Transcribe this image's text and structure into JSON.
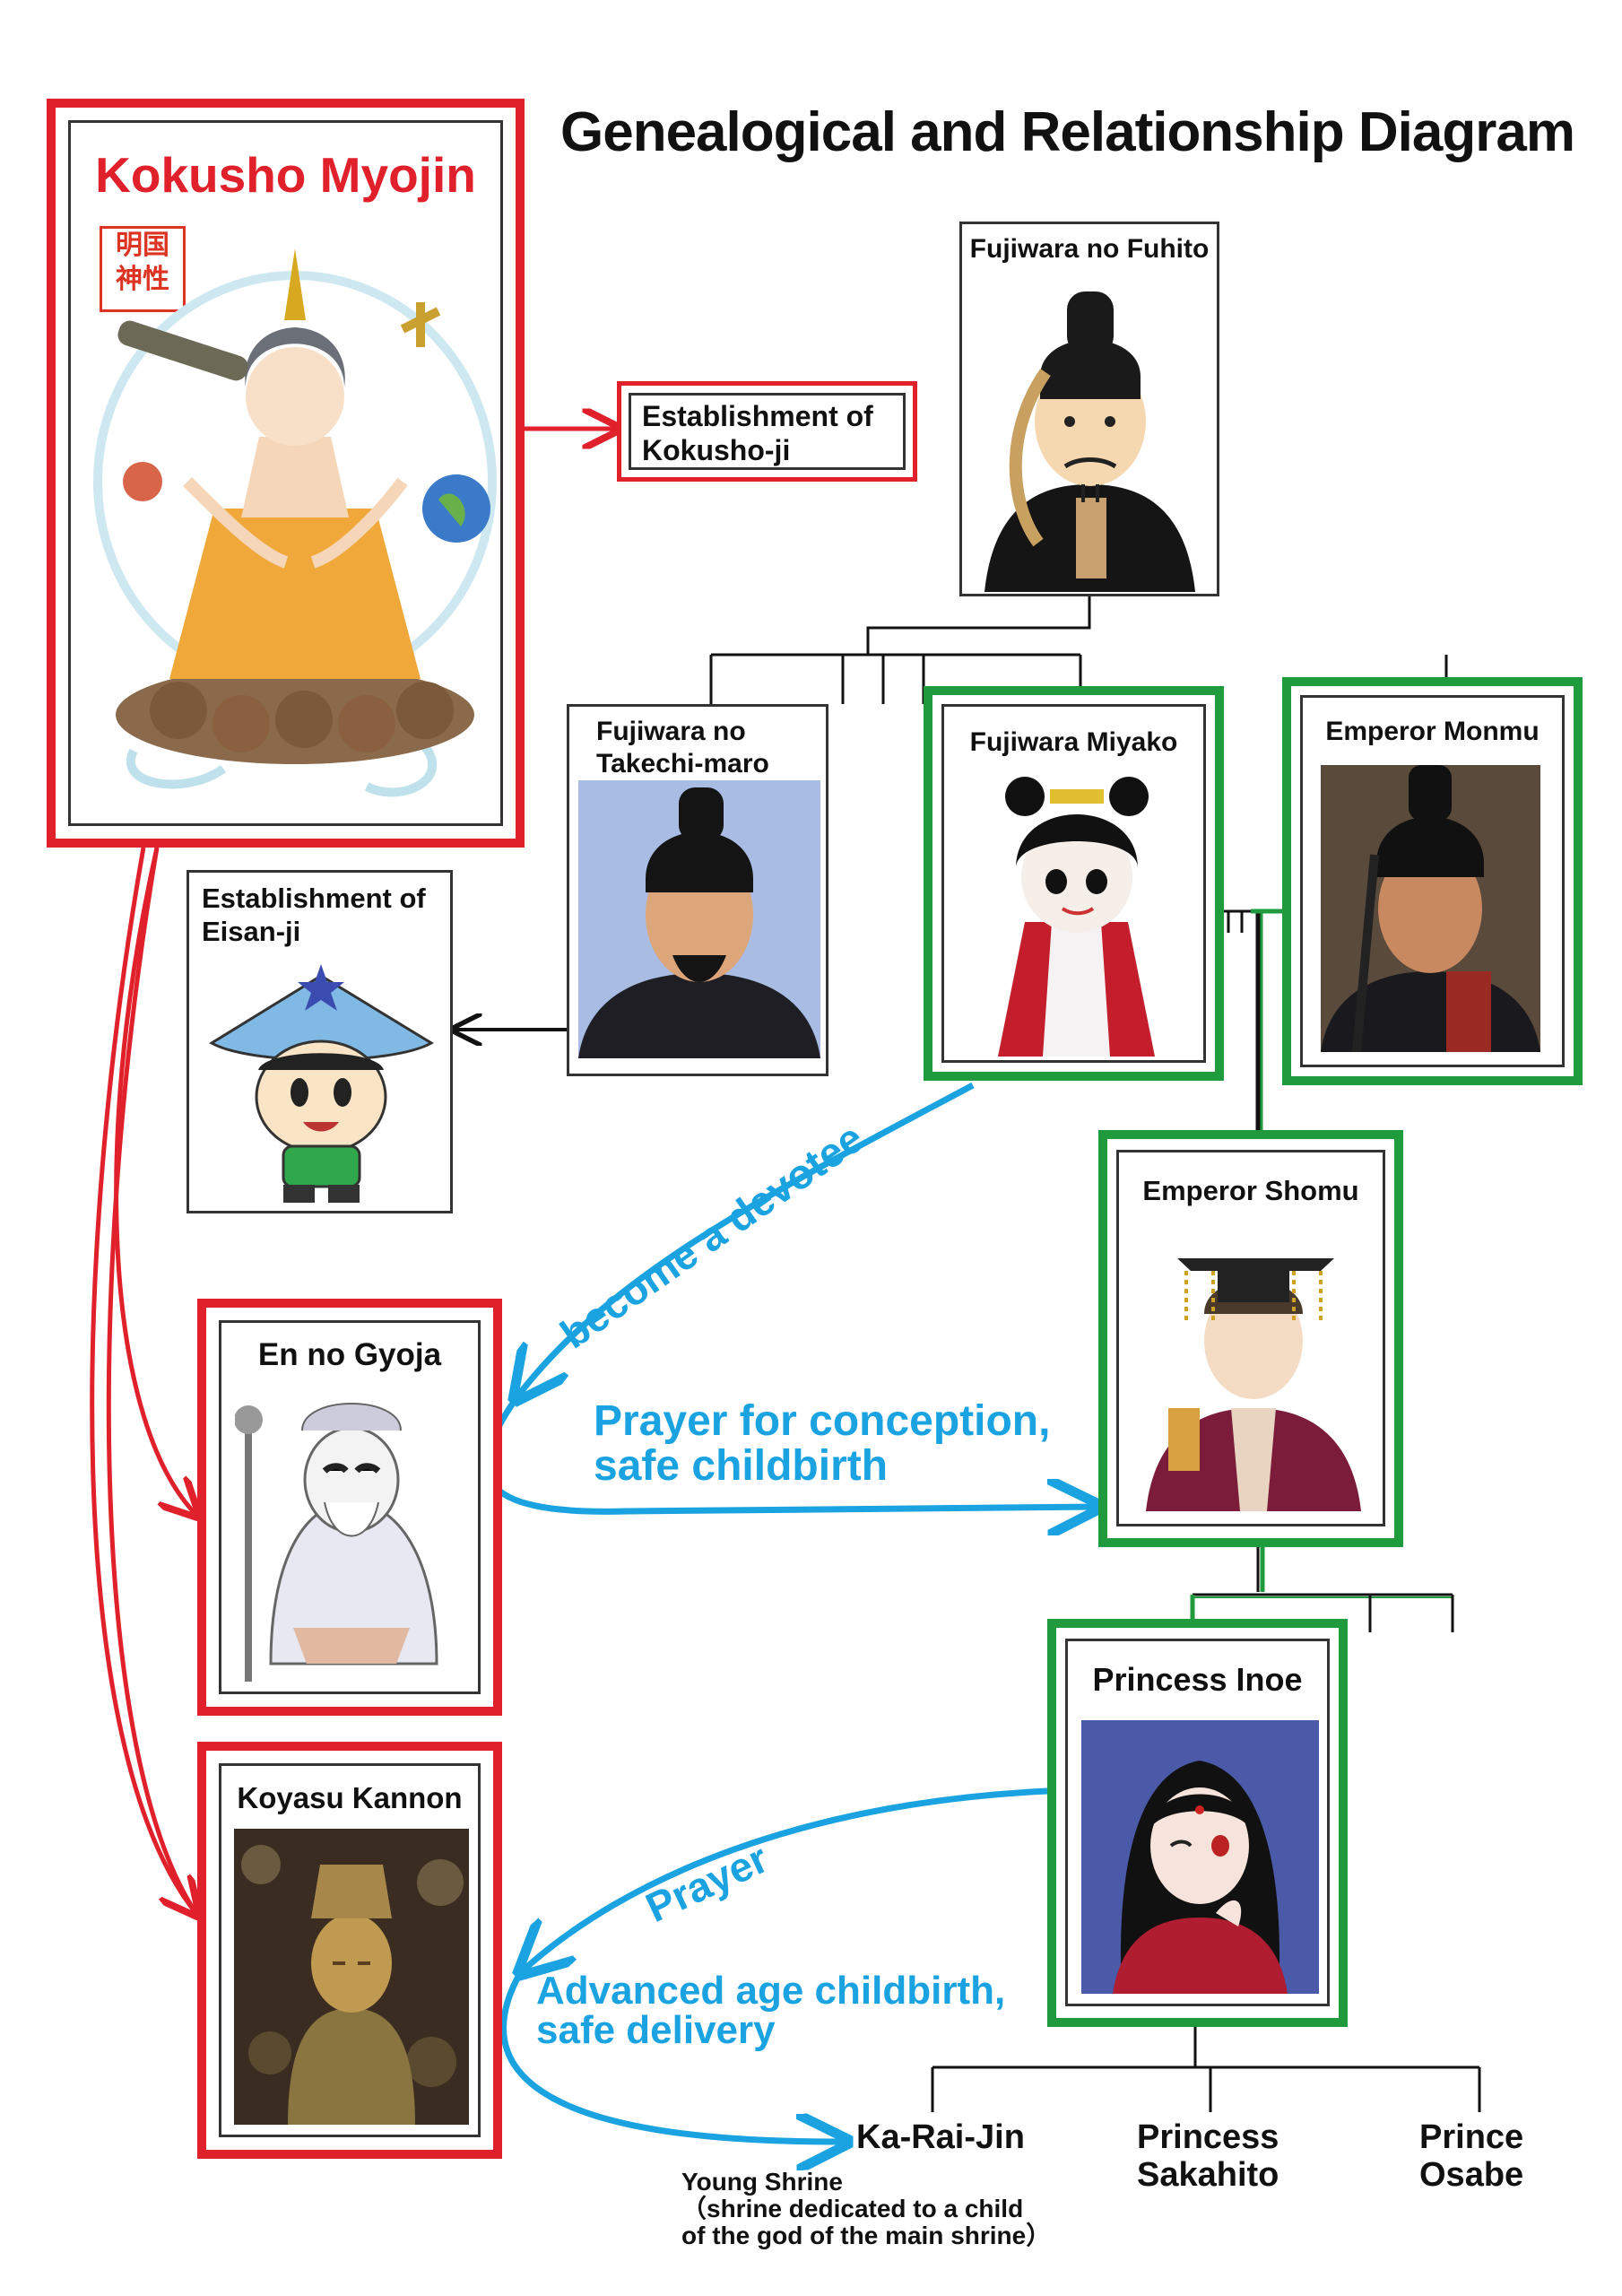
{
  "title": "Genealogical and Relationship Diagram",
  "colors": {
    "red": "#e0202a",
    "green": "#1f9a3c",
    "blue": "#1aa3e0",
    "black": "#111111"
  },
  "main_deity": {
    "name": "Kokusho Myojin",
    "seal_text": "明国 神性",
    "icon": "deity-illustration-icon"
  },
  "establishments": {
    "kokusho_ji": "Establishment of Kokusho-ji",
    "eisan_ji": "Establishment of Eisan-ji"
  },
  "people": {
    "fuhito": "Fujiwara no Fuhito",
    "takechimaro": "Fujiwara no Takechi-maro",
    "miyako": "Fujiwara Miyako",
    "monmu": "Emperor Monmu",
    "shomu": "Emperor Shomu",
    "inoe": "Princess Inoe",
    "en_no_gyoja": "En no Gyoja",
    "koyasu_kannon": "Koyasu Kannon"
  },
  "relations": {
    "devotee": "become a devotee",
    "conception": "Prayer for conception, safe childbirth",
    "prayer": "Prayer",
    "advanced": "Advanced age childbirth, safe delivery"
  },
  "children": {
    "karaijin": "Ka-Rai-Jin",
    "sakahito": "Princess Sakahito",
    "osabe": "Prince Osabe"
  },
  "young_shrine_note": {
    "line1": "Young Shrine",
    "line2": "（shrine dedicated to a child",
    "line3": "of the god of the main shrine）"
  }
}
